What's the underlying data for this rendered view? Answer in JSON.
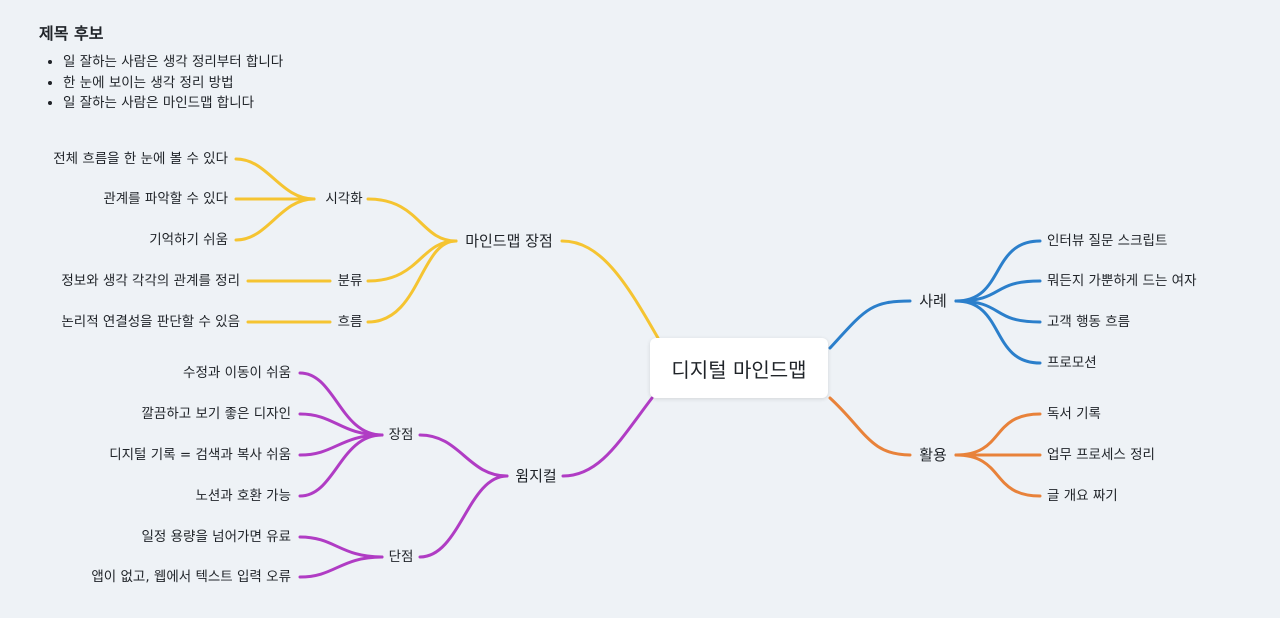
{
  "notes": {
    "title": "제목 후보",
    "items": [
      "일 잘하는 사람은 생각 정리부터 합니다",
      "한 눈에 보이는 생각 정리 방법",
      "일 잘하는 사람은 마인드맵 합니다"
    ]
  },
  "colors": {
    "yellow": "#f5c431",
    "purple": "#b03cc4",
    "blue": "#2b7fcb",
    "orange": "#e8823a",
    "background": "#eef2f6"
  },
  "center": "디지털 마인드맵",
  "branches": {
    "advantages": {
      "label": "마인드맵 장점",
      "visual": {
        "label": "시각화",
        "items": [
          "전체 흐름을 한 눈에 볼 수 있다",
          "관계를 파악할 수 있다",
          "기억하기 쉬움"
        ]
      },
      "classify": {
        "label": "분류",
        "items": [
          "정보와 생각 각각의 관계를 정리"
        ]
      },
      "flow": {
        "label": "흐름",
        "items": [
          "논리적 연결성을 판단할 수 있음"
        ]
      }
    },
    "whimsical": {
      "label": "윔지컬",
      "pros": {
        "label": "장점",
        "items": [
          "수정과 이동이 쉬움",
          "깔끔하고 보기 좋은 디자인",
          "디지털 기록 = 검색과 복사 쉬움",
          "노션과 호환 가능"
        ]
      },
      "cons": {
        "label": "단점",
        "items": [
          "일정 용량을 넘어가면 유료",
          "앱이 없고, 웹에서 텍스트 입력 오류"
        ]
      }
    },
    "cases": {
      "label": "사례",
      "items": [
        "인터뷰 질문 스크립트",
        "뭐든지 가뿐하게 드는 여자",
        "고객 행동 흐름",
        "프로모션"
      ]
    },
    "usage": {
      "label": "활용",
      "items": [
        "독서 기록",
        "업무 프로세스 정리",
        "글 개요 짜기"
      ]
    }
  }
}
